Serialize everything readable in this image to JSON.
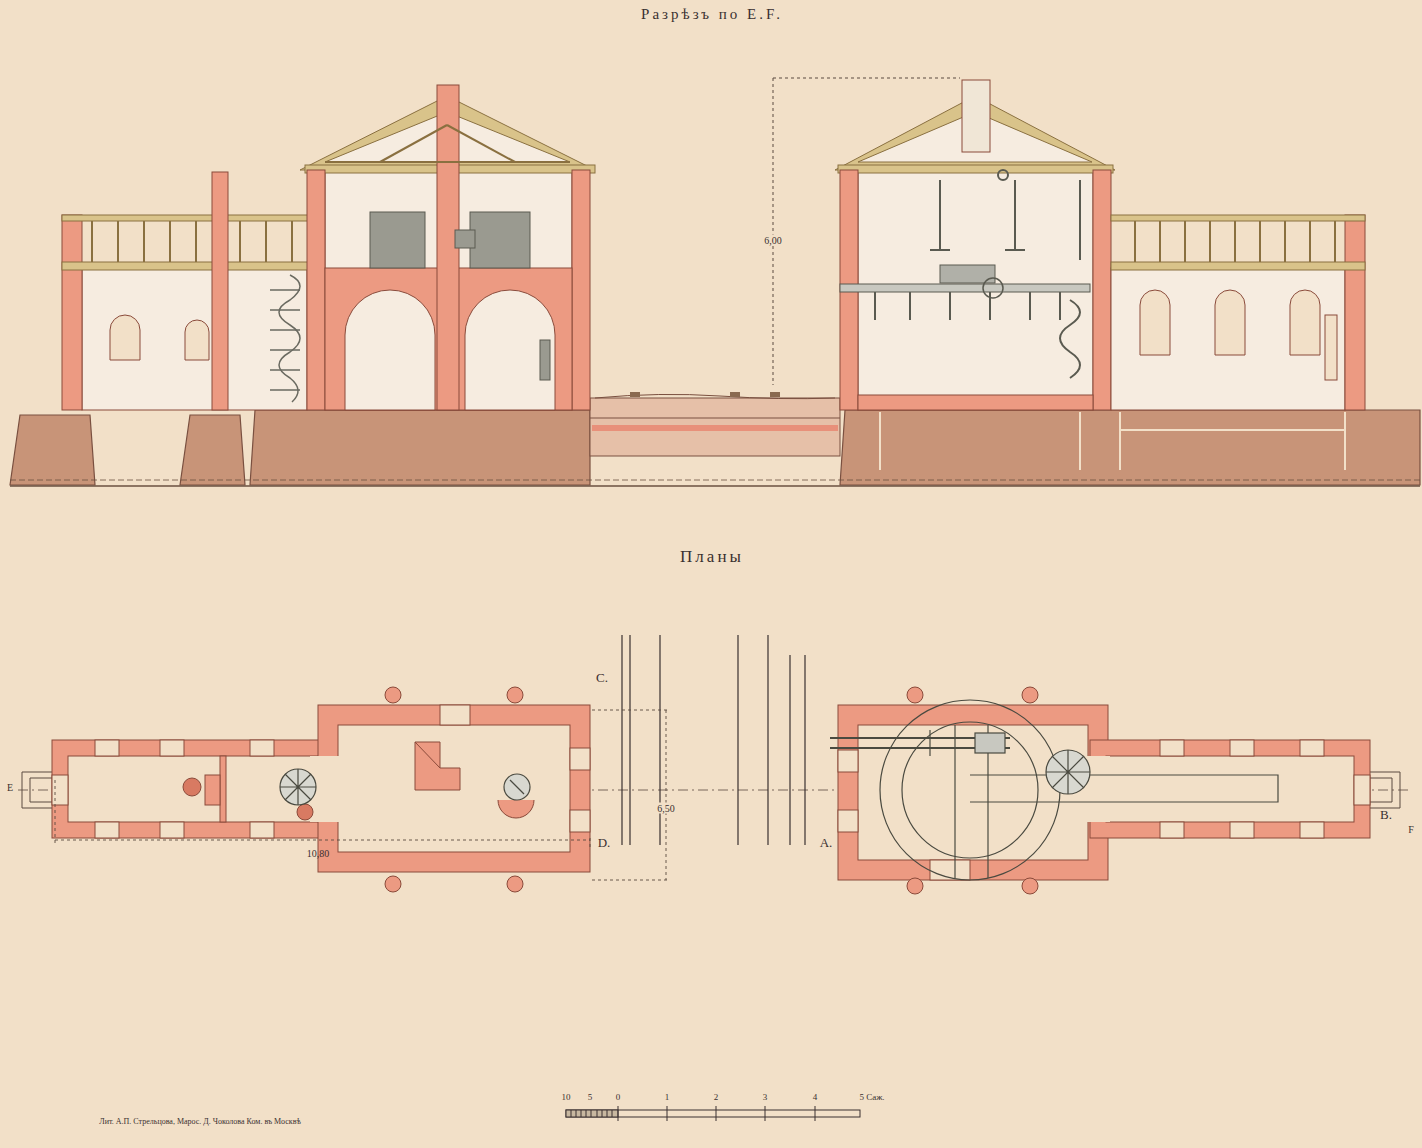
{
  "diagram": {
    "title": "Разрѣзъ по E.F.",
    "labels": [
      "Планы",
      "6,00",
      "C.",
      "6,50",
      "10,80",
      "D.",
      "A.",
      "E",
      "F",
      "B.",
      "10",
      "5",
      "0",
      "1",
      "2",
      "3",
      "4",
      "5 Саж.",
      "Лит. А.П. Стрельцова, Марос. Д. Чоколова Ком. въ Москвѣ"
    ]
  }
}
